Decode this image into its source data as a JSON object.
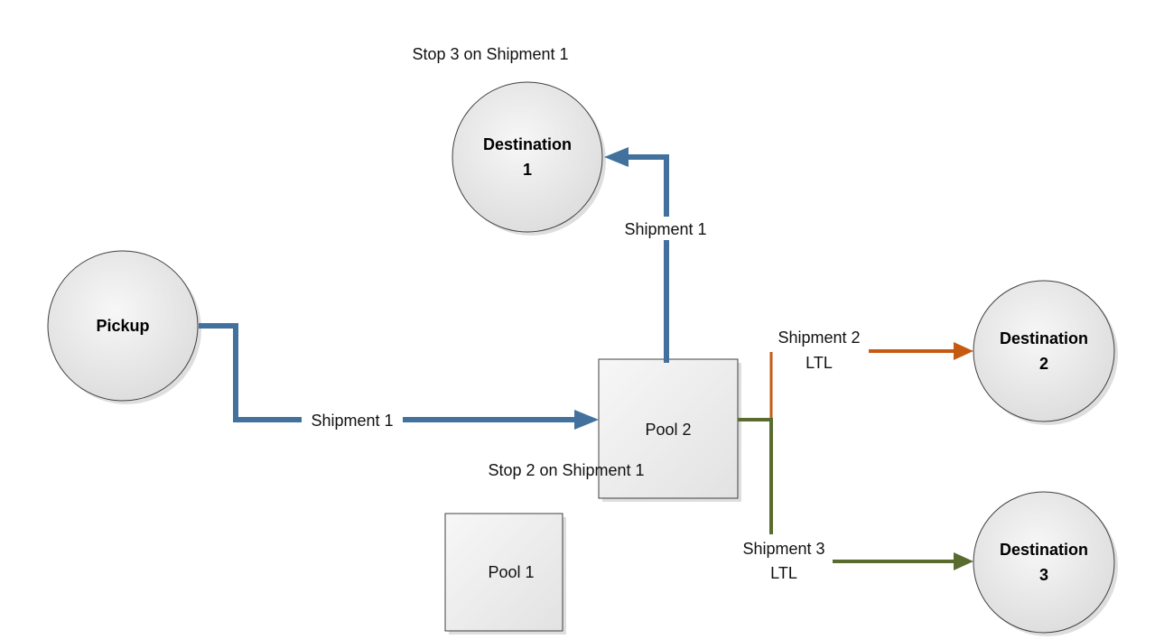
{
  "colors": {
    "shipment_1": "#41719c",
    "shipment_2": "#c55a11",
    "shipment_3": "#5a6b2f",
    "node_fill_light": "#f7f7f7",
    "node_fill_dark": "#dcdcdc",
    "node_stroke": "#404040",
    "node_shadow": "#a0a0a0"
  },
  "nodes": {
    "pickup": {
      "label": "Pickup"
    },
    "destination_1": {
      "line1": "Destination",
      "line2": "1"
    },
    "destination_2": {
      "line1": "Destination",
      "line2": "2"
    },
    "destination_3": {
      "line1": "Destination",
      "line2": "3"
    },
    "pool_1": {
      "label": "Pool 1"
    },
    "pool_2": {
      "label": "Pool 2"
    }
  },
  "annotations": {
    "stop_3": "Stop 3 on Shipment 1",
    "stop_2": "Stop 2 on Shipment 1"
  },
  "edges": {
    "pickup_to_pool2": {
      "label": "Shipment 1"
    },
    "pool2_to_destination1": {
      "label": "Shipment 1"
    },
    "pool2_to_destination2": {
      "line1": "Shipment 2",
      "line2": "LTL"
    },
    "pool2_to_destination3": {
      "line1": "Shipment 3",
      "line2": "LTL"
    }
  }
}
